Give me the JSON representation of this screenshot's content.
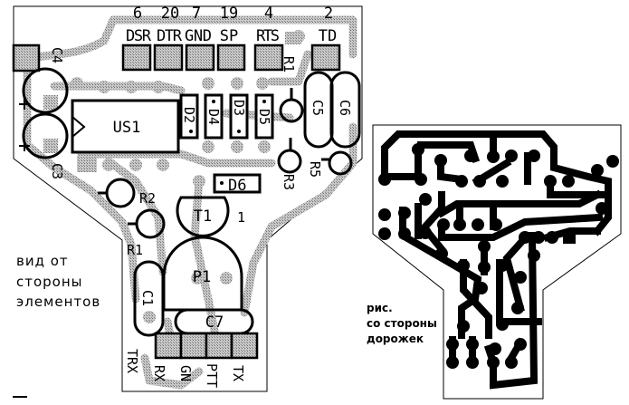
{
  "component_side": {
    "pin_numbers": [
      "6",
      "20",
      "7",
      "19",
      "4",
      "2"
    ],
    "pin_names": [
      "DSR",
      "DTR",
      "GND",
      "SP",
      "RTS",
      "TD"
    ],
    "parts": {
      "c4": "C4",
      "c3": "C3",
      "us1": "US1",
      "d2": "D2",
      "d4": "D4",
      "d3": "D3",
      "d5": "D5",
      "r1_top": "R1",
      "c5": "C5",
      "c6": "C6",
      "r3": "R3",
      "r5": "R5",
      "r2": "R2",
      "r1": "R1",
      "d6": "D6",
      "t1": "T1",
      "t1_pin": "1",
      "p1": "P1",
      "c1": "C1",
      "c7": "C7"
    },
    "bottom_pins": [
      "TRX",
      "RX",
      "GN",
      "PTT",
      "TX"
    ],
    "caption": [
      "вид от",
      "стороны",
      "элементов"
    ]
  },
  "track_side": {
    "caption": [
      "рис.",
      "со стороны",
      "дорожек"
    ]
  },
  "colors": {
    "copper_hatch": "#9a9a9a",
    "outline": "#000000",
    "background": "#ffffff"
  }
}
